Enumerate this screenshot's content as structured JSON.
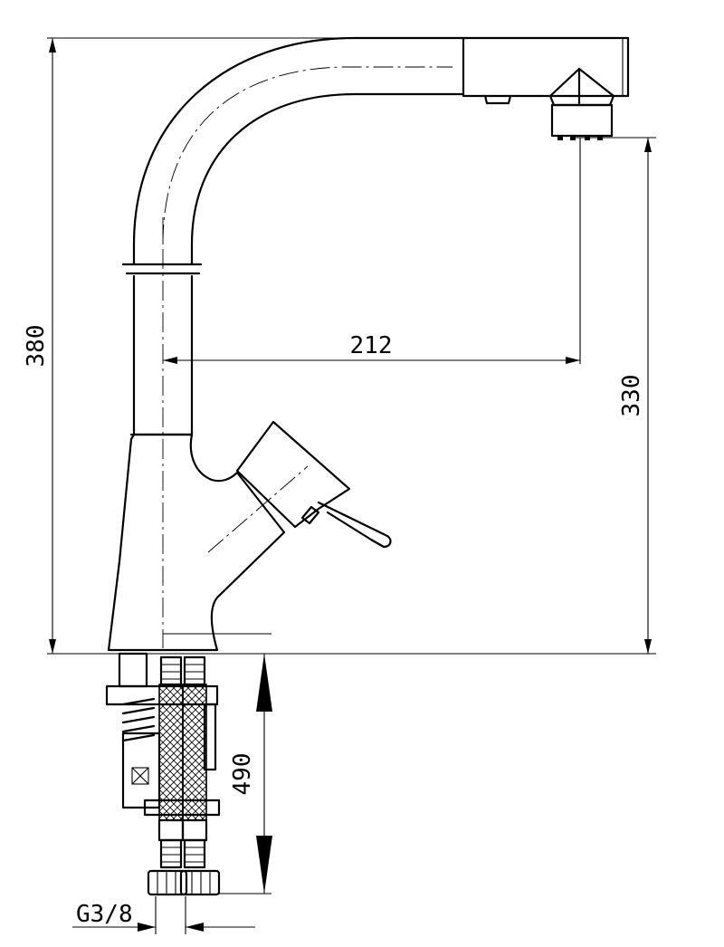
{
  "drawing": {
    "subject": "kitchen-faucet-side-elevation",
    "dimensions": {
      "overall_height": "380",
      "spout_reach": "212",
      "spout_clearance": "330",
      "hose_length": "490",
      "connection_thread": "G3/8"
    }
  }
}
